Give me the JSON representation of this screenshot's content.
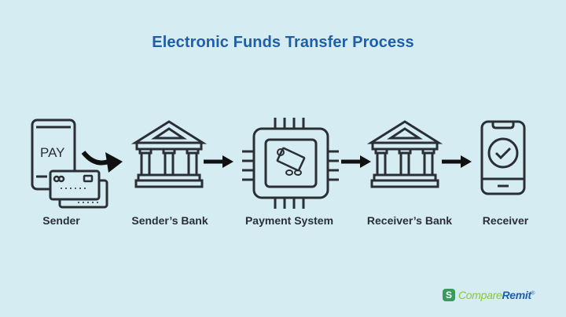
{
  "title": "Electronic Funds Transfer Process",
  "steps": [
    {
      "label": "Sender",
      "icon": "phone-pay-cards-icon"
    },
    {
      "label": "Sender’s Bank",
      "icon": "bank-icon"
    },
    {
      "label": "Payment System",
      "icon": "chip-money-icon"
    },
    {
      "label": "Receiver’s Bank",
      "icon": "bank-icon"
    },
    {
      "label": "Receiver",
      "icon": "phone-check-icon"
    }
  ],
  "sender_phone_text": "PAY",
  "logo": {
    "badge": "S",
    "part1": "Compare",
    "part2": "Remit",
    "mark": "®"
  },
  "colors": {
    "background": "#d5ecf3",
    "title": "#1f5fa8",
    "icon_stroke": "#2a2f36"
  }
}
